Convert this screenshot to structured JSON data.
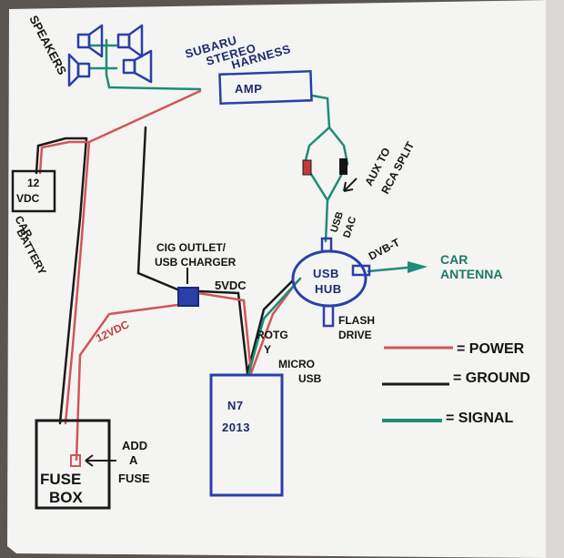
{
  "labels": {
    "speakers": "SPEAKERS",
    "stereo_harness_1": "SUBARU",
    "stereo_harness_2": "STEREO",
    "stereo_harness_3": "HARNESS",
    "amp": "AMP",
    "battery_volts_1": "12",
    "battery_volts_2": "VDC",
    "car_battery_1": "CAR",
    "car_battery_2": "BATTERY",
    "aux_split_1": "AUX TO",
    "aux_split_2": "RCA SPLIT",
    "usb_dac_1": "USB",
    "usb_dac_2": "DAC",
    "dvb_t": "DVB-T",
    "car_antenna_1": "CAR",
    "car_antenna_2": "ANTENNA",
    "usb_hub_1": "USB",
    "usb_hub_2": "HUB",
    "cig_outlet_1": "CIG OUTLET/",
    "cig_outlet_2": "USB CHARGER",
    "five_vdc": "5VDC",
    "twelve_vdc": "12VDC",
    "flash_drive_1": "FLASH",
    "flash_drive_2": "DRIVE",
    "rotg_1": "ROTG",
    "rotg_2": "Y",
    "micro_usb_1": "MICRO",
    "micro_usb_2": "USB",
    "tablet_1": "N7",
    "tablet_2": "2013",
    "fuse_box_1": "FUSE",
    "fuse_box_2": "BOX",
    "add_fuse_1": "ADD",
    "add_fuse_2": "A",
    "add_fuse_3": "FUSE"
  },
  "legend": [
    {
      "label": "= POWER",
      "color": "#d2555a"
    },
    {
      "label": "= GROUND",
      "color": "#1a1a1a"
    },
    {
      "label": "= SIGNAL",
      "color": "#1e8c78"
    }
  ],
  "colors": {
    "power": "#d2555a",
    "ground": "#1a1a1a",
    "signal": "#1e8c78",
    "marker_blue": "#2a3fa8",
    "board": "#f4f4f2"
  }
}
